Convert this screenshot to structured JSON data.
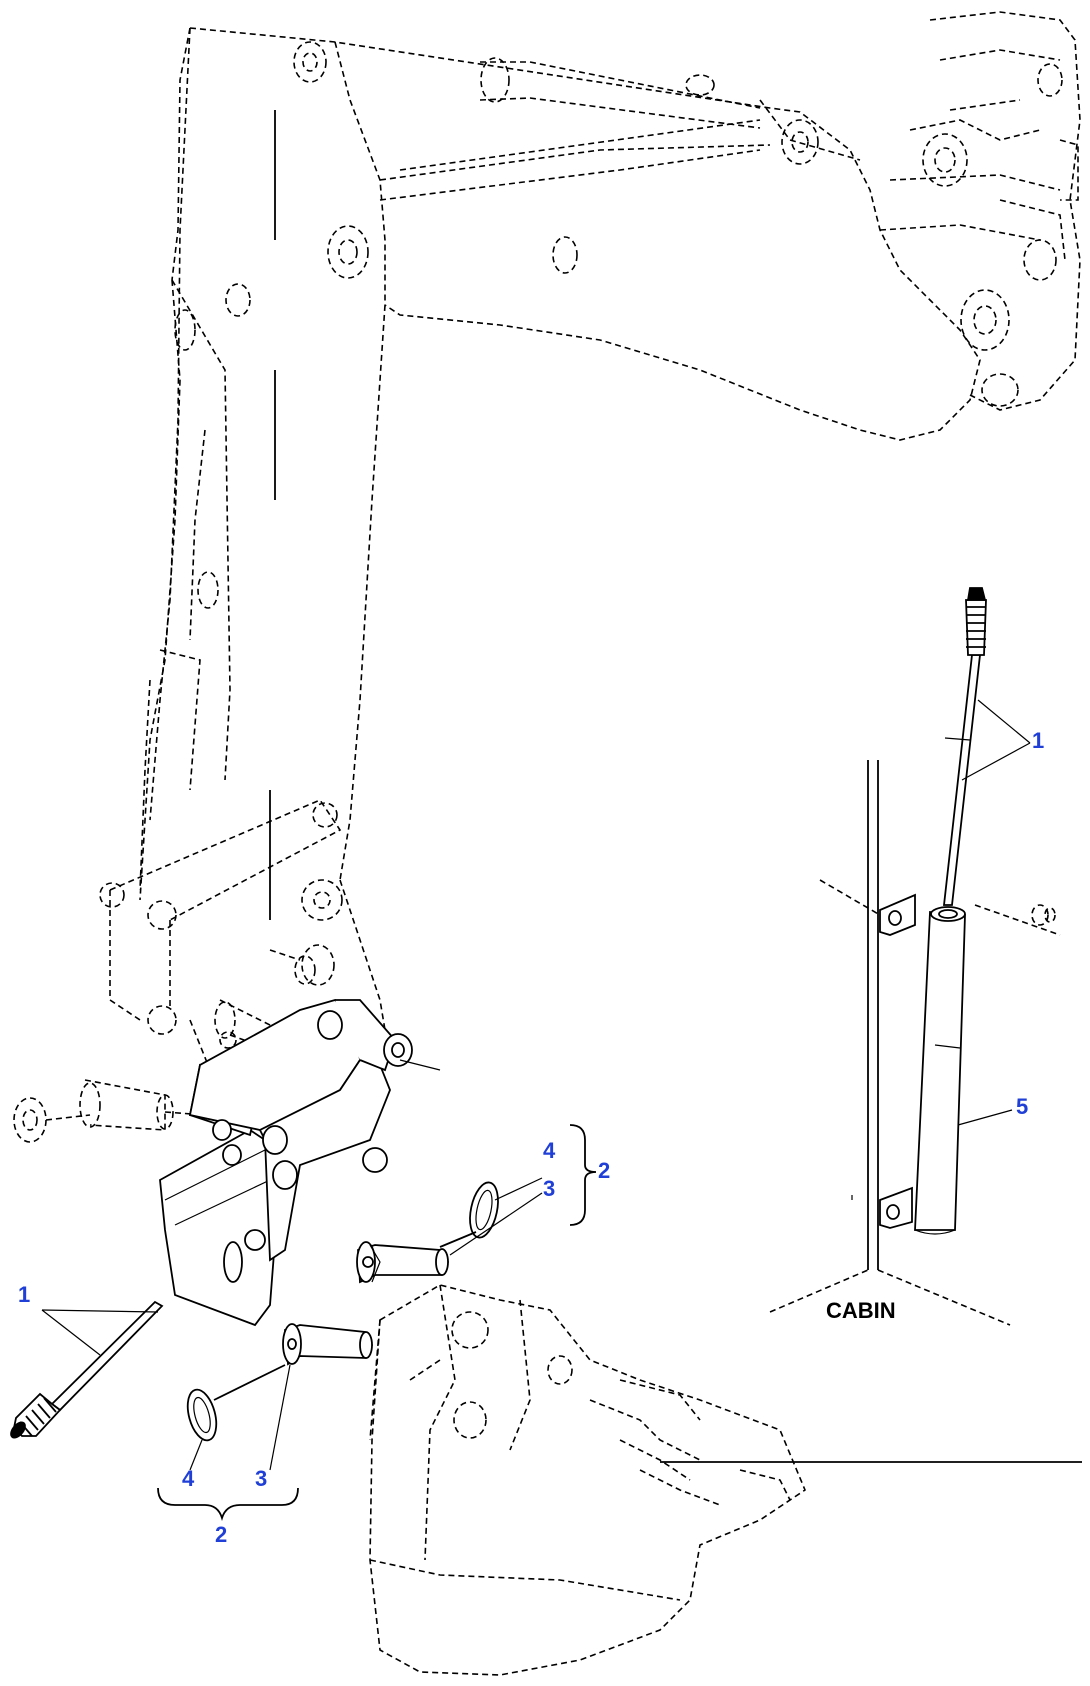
{
  "callouts": {
    "c1_right": "1",
    "c5": "5",
    "c4_right": "4",
    "c3_right": "3",
    "c2_right": "2",
    "c1_left": "1",
    "c4_left": "4",
    "c3_left": "3",
    "c2_left": "2"
  },
  "labels": {
    "cabin": "CABIN"
  },
  "colors": {
    "callout": "#1f3fd6",
    "line": "#000000",
    "background": "#ffffff"
  }
}
